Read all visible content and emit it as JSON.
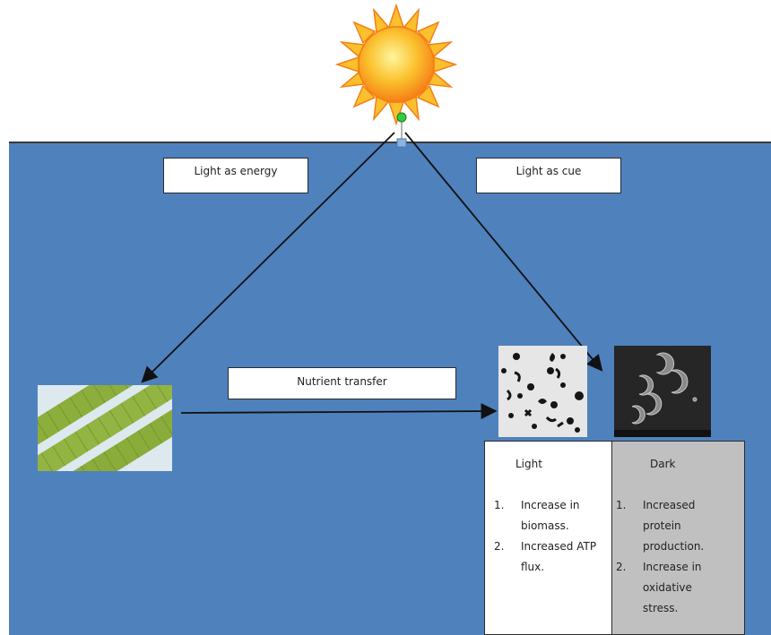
{
  "labels": {
    "energy": "Light as energy",
    "cue": "Light as cue",
    "nutrient": "Nutrient transfer"
  },
  "table": {
    "light": {
      "heading": "Light",
      "items": [
        "Increase in biomass.",
        "Increased ATP flux."
      ]
    },
    "dark": {
      "heading": "Dark",
      "items": [
        "Increased protein production.",
        "Increase in oxidative stress."
      ]
    }
  },
  "colors": {
    "background_panel": "#4f81bd",
    "sun_core": "#f9a825",
    "sun_rays": "#fbc02d",
    "dark_column": "#c0c0c0"
  },
  "icons": [
    "sun-icon",
    "filament-micrograph",
    "light-cells-micrograph",
    "dark-cells-micrograph"
  ]
}
